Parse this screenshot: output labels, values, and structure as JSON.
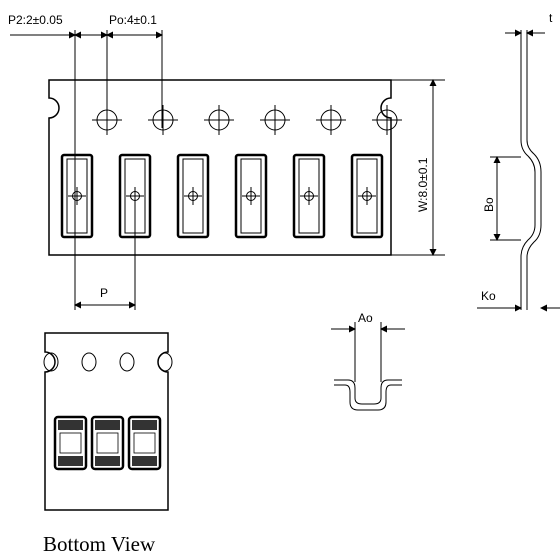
{
  "labels": {
    "p2": "P2:2±0.05",
    "p0": "Po:4±0.1",
    "t": "t",
    "w": "W:8.0±0.1",
    "bo": "Bo",
    "p": "P",
    "ko": "Ko",
    "ao": "Ao",
    "bottom_view": "Bottom View"
  },
  "top_tape": {
    "sprocket_holes": 6,
    "pockets": 6
  },
  "bottom_tape": {
    "sprocket_holes": 4,
    "parts": 3
  },
  "colors": {
    "line": "#000000",
    "pocket_fill": "#ffffff",
    "part_dark": "#333333"
  }
}
